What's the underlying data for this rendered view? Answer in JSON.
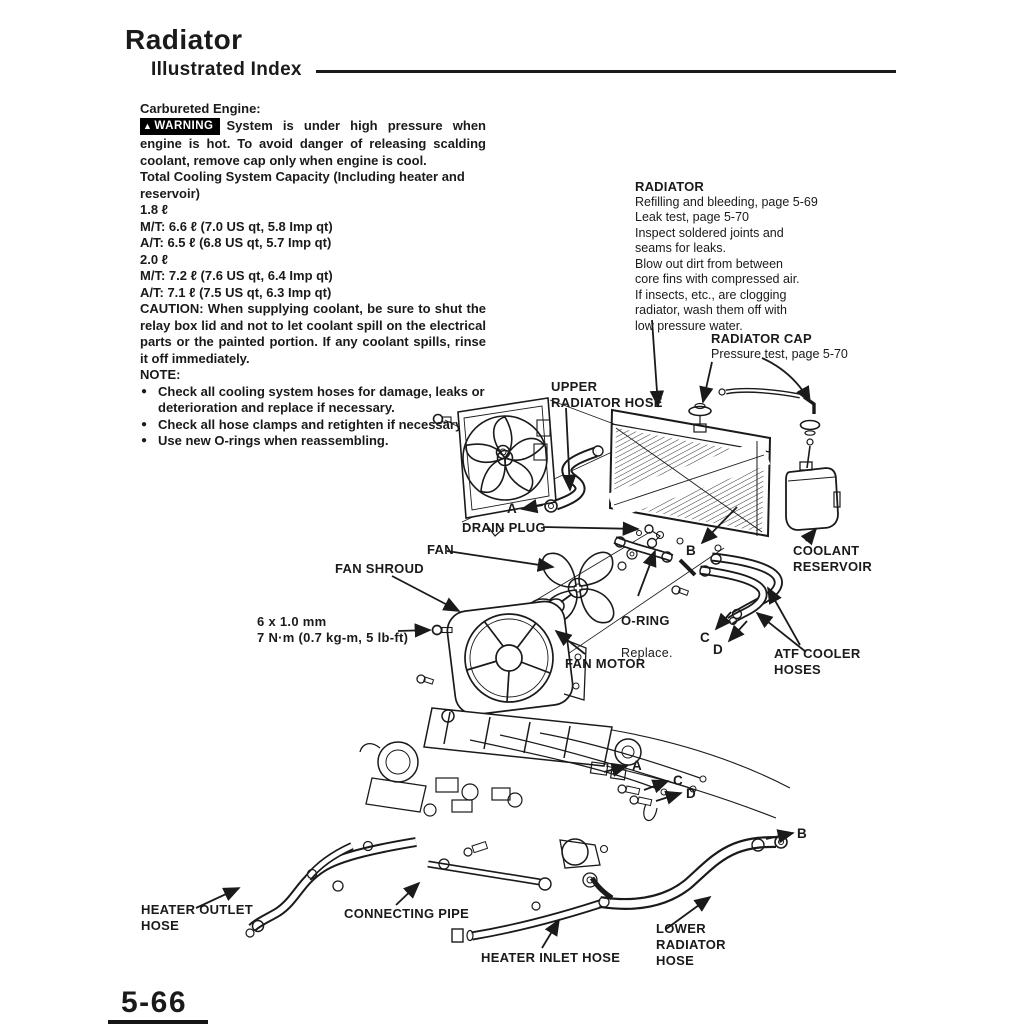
{
  "page": {
    "title": "Radiator",
    "subtitle": "Illustrated Index",
    "section_label": "Carbureted Engine:",
    "page_number": "5-66"
  },
  "warning": {
    "icon": "▲",
    "badge": "WARNING",
    "text": "System is under high pressure when engine is hot. To avoid danger of releasing scalding coolant, remove cap only when engine is cool."
  },
  "capacity": {
    "heading": "Total Cooling System Capacity (Including heater and reservoir)",
    "lines": [
      "1.8 ℓ",
      "M/T: 6.6 ℓ (7.0 US qt, 5.8 Imp qt)",
      "A/T:  6.5 ℓ (6.8 US qt, 5.7 Imp qt)",
      "2.0 ℓ",
      "M/T: 7.2 ℓ (7.6 US qt, 6.4 Imp qt)",
      "A/T:  7.1 ℓ (7.5 US qt, 6.3 Imp qt)"
    ]
  },
  "caution": {
    "text": "CAUTION: When supplying coolant, be sure to shut the relay box lid and not to let coolant spill on the electrical parts or the painted portion. If any coolant spills, rinse it off immediately."
  },
  "note": {
    "heading": "NOTE:",
    "bullet": "●",
    "items": [
      "Check all cooling system hoses for damage, leaks or deterioration and replace if necessary.",
      "Check all hose clamps and retighten if necessary.",
      "Use new O-rings when reassembling."
    ]
  },
  "callouts": {
    "radiator": {
      "title": "RADIATOR",
      "body": "Refilling and bleeding, page 5-69\nLeak test, page 5-70\nInspect soldered joints and\nseams for leaks.\nBlow out dirt from between\ncore fins with compressed air.\nIf insects, etc., are clogging\nradiator, wash them off with\nlow pressure water."
    },
    "radiator_cap": {
      "title": "RADIATOR CAP",
      "body": "Pressure test, page 5-70"
    },
    "upper_radiator_hose": "UPPER\nRADIATOR HOSE",
    "drain_plug": "DRAIN PLUG",
    "fan": "FAN",
    "fan_shroud": "FAN SHROUD",
    "shroud_bolt_spec": "6 x 1.0 mm\n7 N·m (0.7 kg-m, 5 lb-ft)",
    "o_ring": {
      "title": "O-RING",
      "body": "Replace."
    },
    "fan_motor": "FAN MOTOR",
    "coolant_reservoir": "COOLANT\nRESERVOIR",
    "atf_cooler_hoses": "ATF COOLER\nHOSES",
    "heater_outlet_hose": "HEATER OUTLET\nHOSE",
    "connecting_pipe": "CONNECTING PIPE",
    "heater_inlet_hose": "HEATER INLET HOSE",
    "lower_radiator_hose": "LOWER\nRADIATOR\nHOSE"
  },
  "markers": {
    "a": "A",
    "b": "B",
    "c": "C",
    "d": "D"
  },
  "colors": {
    "ink": "#1a1a1a",
    "paper": "#ffffff",
    "badge_bg": "#000000",
    "badge_fg": "#ffffff"
  }
}
